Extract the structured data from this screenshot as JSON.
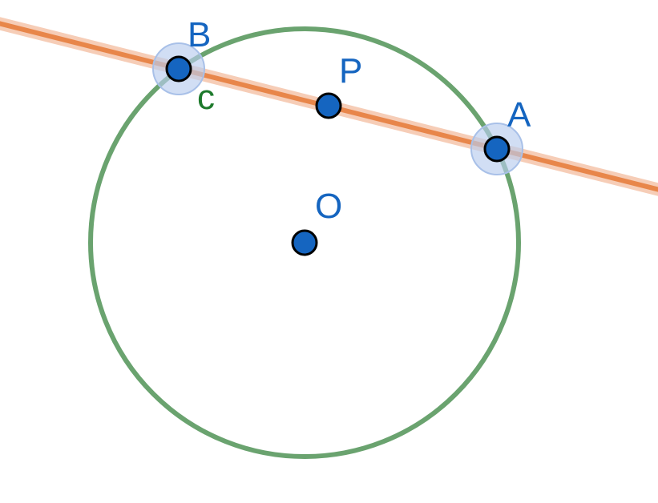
{
  "colors": {
    "circle": "#6aa36f",
    "line": "#e8864a",
    "line_halo": "#f6cdb7",
    "point": "#1565c0",
    "point_label": "#1565c0",
    "circle_label": "#1e7a2c",
    "selection": "#b9cdee"
  },
  "labels": {
    "B": "B",
    "P": "P",
    "A": "A",
    "O": "O",
    "c": "c"
  }
}
